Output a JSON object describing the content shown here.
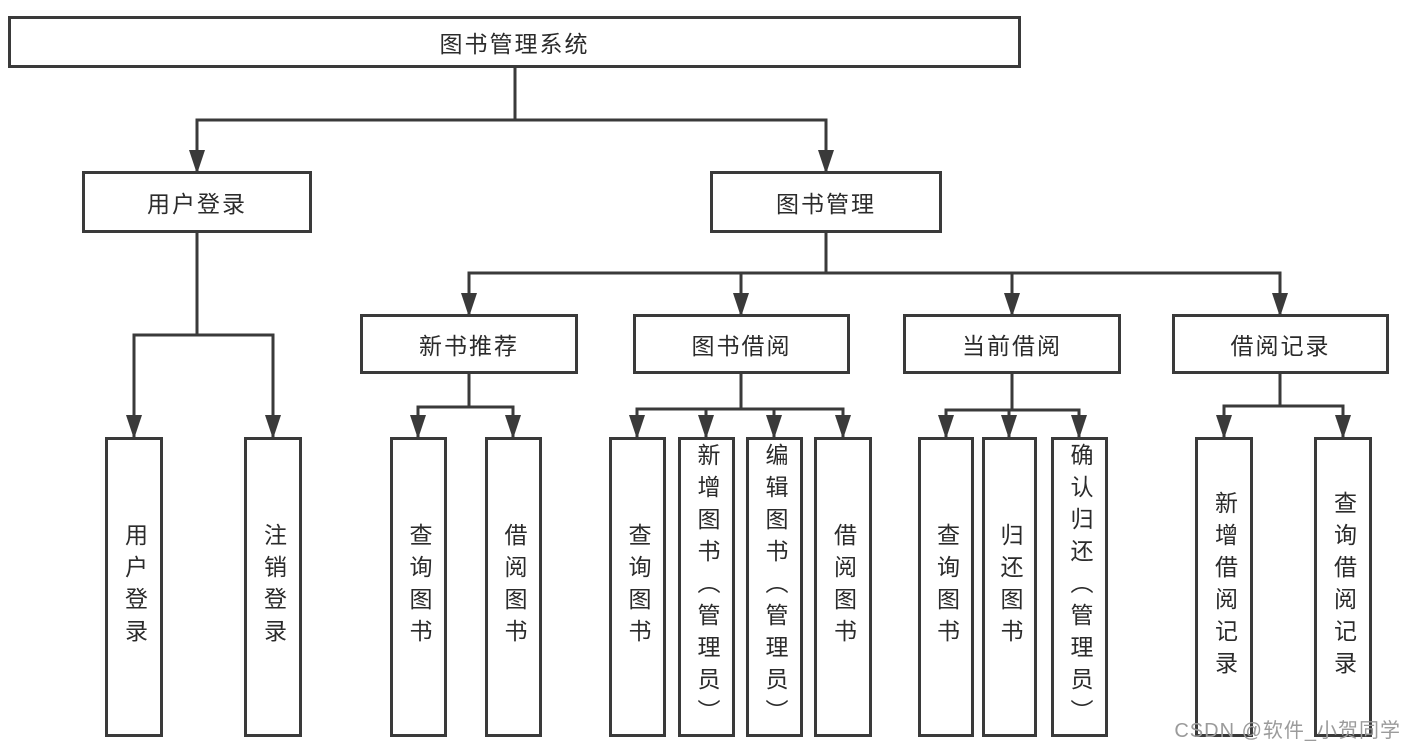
{
  "diagram": {
    "title": "图书管理系统",
    "watermark": "CSDN @软件_小贺同学",
    "colors": {
      "line": "#3a3a3a",
      "box_border": "#3a3a3a",
      "text": "#2b2b2b",
      "watermark": "#9b9b9b",
      "background": "#ffffff"
    },
    "root": {
      "label": "图书管理系统",
      "children": [
        {
          "label": "用户登录",
          "children": [
            {
              "label": "用户登录"
            },
            {
              "label": "注销登录"
            }
          ]
        },
        {
          "label": "图书管理",
          "children": [
            {
              "label": "新书推荐",
              "children": [
                {
                  "label": "查询图书"
                },
                {
                  "label": "借阅图书"
                }
              ]
            },
            {
              "label": "图书借阅",
              "children": [
                {
                  "label": "查询图书"
                },
                {
                  "label": "新增图书（管理员）"
                },
                {
                  "label": "编辑图书（管理员）"
                },
                {
                  "label": "借阅图书"
                }
              ]
            },
            {
              "label": "当前借阅",
              "children": [
                {
                  "label": "查询图书"
                },
                {
                  "label": "归还图书"
                },
                {
                  "label": "确认归还（管理员）"
                }
              ]
            },
            {
              "label": "借阅记录",
              "children": [
                {
                  "label": "新增借阅记录"
                },
                {
                  "label": "查询借阅记录"
                }
              ]
            }
          ]
        }
      ]
    }
  }
}
